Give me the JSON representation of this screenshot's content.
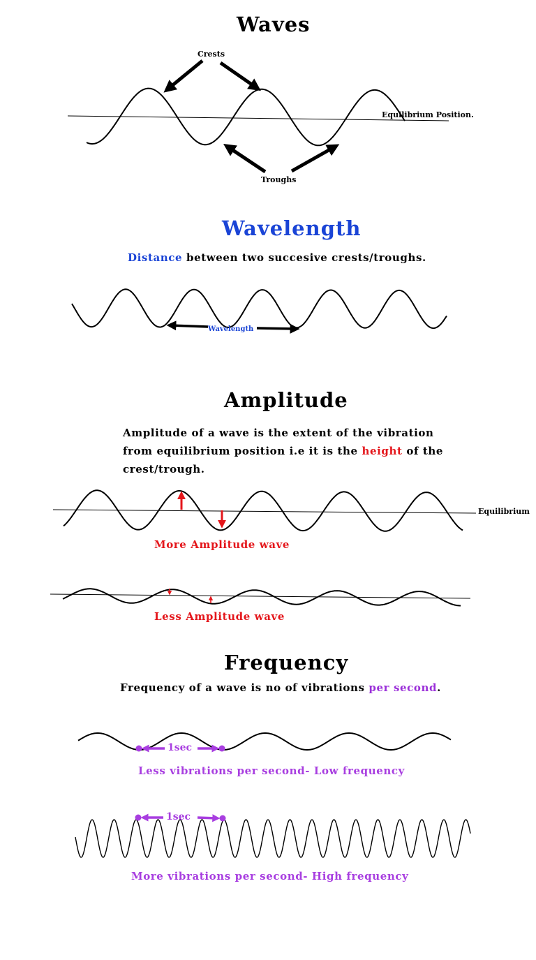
{
  "colors": {
    "black": "#000000",
    "blue": "#1a44d6",
    "red": "#e4161b",
    "purple": "#a83ee0"
  },
  "waves": {
    "title": "Waves",
    "crests_label": "Crests",
    "troughs_label": "Troughs",
    "equilibrium_label": "Equilibrium Position."
  },
  "wavelength": {
    "title": "Wavelength",
    "desc_highlight": "Distance",
    "desc_rest": "between two succesive crests/troughs.",
    "arrow_label": "Wavelength"
  },
  "amplitude": {
    "title": "Amplitude",
    "desc_line1": "Amplitude of a wave is the extent of the vibration",
    "desc_line2_a": "from equilibrium position i.e it is the",
    "desc_line2_highlight": "height",
    "desc_line2_b": "of the",
    "desc_line3": "crest/trough.",
    "equilibrium_label": "Equilibrium",
    "more_caption": "More Amplitude wave",
    "less_caption": "Less Amplitude wave"
  },
  "frequency": {
    "title": "Frequency",
    "desc_a": "Frequency of a wave is no of vibrations",
    "desc_highlight": "per second",
    "desc_b": ".",
    "low_time_label": "1sec",
    "low_caption": "Less vibrations per second- Low frequency",
    "high_time_label": "1sec",
    "high_caption": "More vibrations per second- High frequency"
  }
}
